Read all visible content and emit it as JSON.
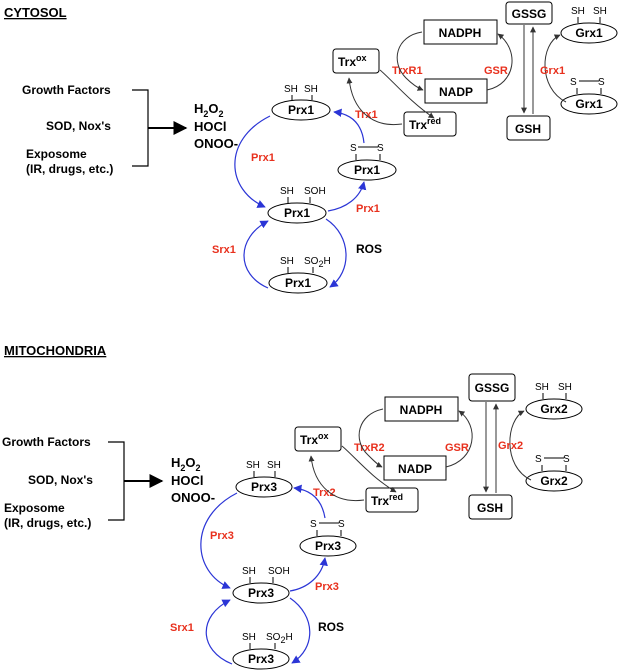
{
  "sections": {
    "cytosol": {
      "heading": "CYTOSOL",
      "inputs": [
        "Growth Factors",
        "SOD, Nox's",
        "Exposome",
        "(IR, drugs, etc.)"
      ],
      "oxidants": {
        "h2o2_main": "H",
        "h2o2_sub": "2",
        "h2o2_main2": "O",
        "h2o2_sub2": "2",
        "hocl": "HOCl",
        "onoo": "ONOO-"
      },
      "prx": "Prx1",
      "grx": "Grx1",
      "enzymes": {
        "prx_arrow": "Prx1",
        "prx_ox": "Prx1",
        "trx": "Trx1",
        "srx": "Srx1",
        "trxr": "TrxR1",
        "gsr": "GSR",
        "grx": "Grx1"
      },
      "ros": "ROS",
      "nadph": "NADPH",
      "nadp": "NADP",
      "gssg": "GSSG",
      "gsh": "GSH",
      "trx_ox": "Trx",
      "trx_ox_sup": "ox",
      "trx_red": "Trx",
      "trx_red_sup": "red"
    },
    "mito": {
      "heading": "MITOCHONDRIA",
      "inputs": [
        "Growth Factors",
        "SOD, Nox's",
        "Exposome",
        "(IR, drugs, etc.)"
      ],
      "oxidants": {
        "h2o2_main": "H",
        "h2o2_sub": "2",
        "h2o2_main2": "O",
        "h2o2_sub2": "2",
        "hocl": "HOCl",
        "onoo": "ONOO-"
      },
      "prx": "Prx3",
      "grx": "Grx2",
      "enzymes": {
        "prx_arrow": "Prx3",
        "prx_ox": "Prx3",
        "trx": "Trx2",
        "srx": "Srx1",
        "trxr": "TrxR2",
        "gsr": "GSR",
        "grx": "Grx2"
      },
      "ros": "ROS",
      "nadph": "NADPH",
      "nadp": "NADP",
      "gssg": "GSSG",
      "gsh": "GSH",
      "trx_ox": "Trx",
      "trx_ox_sup": "ox",
      "trx_red": "Trx",
      "trx_red_sup": "red"
    }
  },
  "groups": {
    "sh": "SH",
    "soh": "SOH",
    "so2h_main": "SO",
    "so2h_sub": "2",
    "so2h_tail": "H",
    "s": "S"
  },
  "colors": {
    "enzyme": "#e8301d",
    "prx_cycle": "#2b35d6"
  }
}
